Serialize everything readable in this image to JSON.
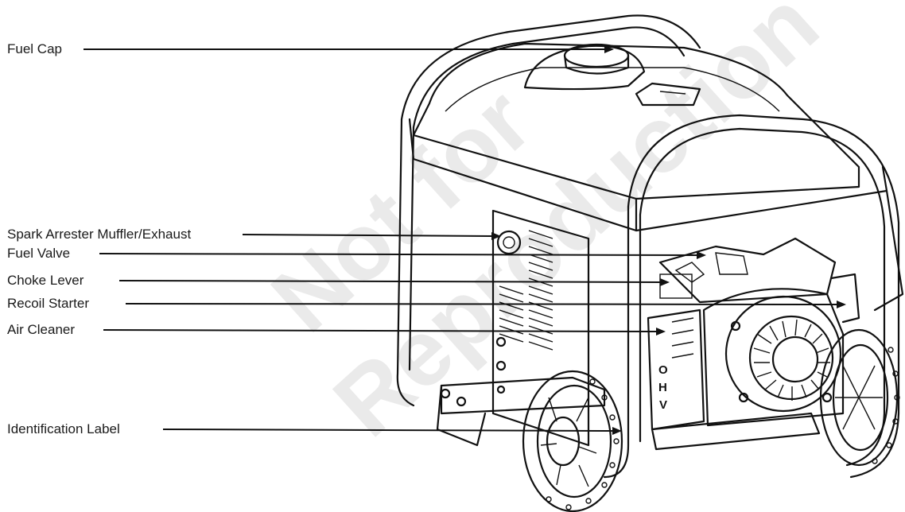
{
  "watermark": [
    "Not for",
    "Reproduction"
  ],
  "callouts": [
    {
      "id": "fuel-cap",
      "label": "Fuel Cap"
    },
    {
      "id": "spark-arrester",
      "label": "Spark Arrester Muffler/Exhaust"
    },
    {
      "id": "fuel-valve",
      "label": "Fuel Valve"
    },
    {
      "id": "choke-lever",
      "label": "Choke Lever"
    },
    {
      "id": "recoil-starter",
      "label": "Recoil Starter"
    },
    {
      "id": "air-cleaner",
      "label": "Air Cleaner"
    },
    {
      "id": "identification-label",
      "label": "Identification Label"
    }
  ],
  "engine_badge": [
    "O",
    "H",
    "V"
  ]
}
